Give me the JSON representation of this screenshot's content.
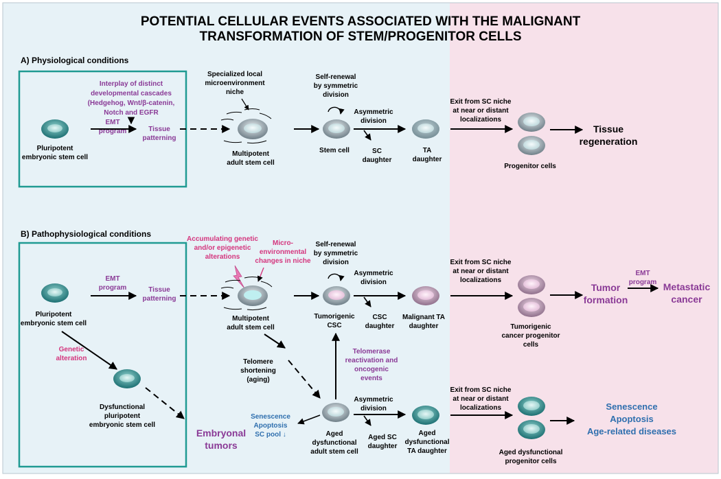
{
  "title": {
    "line1": "POTENTIAL CELLULAR EVENTS ASSOCIATED WITH THE MALIGNANT",
    "line2": "TRANSFORMATION OF STEM/PROGENITOR CELLS"
  },
  "colors": {
    "purple": "#8a3a96",
    "pink": "#d4367e",
    "blue": "#2f6fae",
    "black": "#000000",
    "box_border": "#1f9a92",
    "bg_left": "#e7f2f7",
    "bg_right": "#f7e1ea",
    "teal_cell": "#2a8f8f",
    "grey_cell": "#9aa6ad",
    "pink_cell": "#c9a3c2"
  },
  "sectionA": {
    "header": "A) Physiological conditions",
    "interplay": [
      "Interplay of distinct",
      "developmental cascades",
      "(Hedgehog, Wnt/β-catenin,",
      "Notch and EGFR"
    ],
    "emt": [
      "EMT",
      "program"
    ],
    "tissue_patterning": [
      "Tissue",
      "patterning"
    ],
    "pluripotent": [
      "Pluripotent",
      "embryonic stem cell"
    ],
    "niche": [
      "Specialized local",
      "microenvironment",
      "niche"
    ],
    "multipotent": [
      "Multipotent",
      "adult stem cell"
    ],
    "self_renewal": [
      "Self-renewal",
      "by symmetric",
      "division"
    ],
    "asymmetric": [
      "Asymmetric",
      "division"
    ],
    "stem_cell": "Stem cell",
    "sc_daughter": [
      "SC",
      "daughter"
    ],
    "ta_daughter": [
      "TA",
      "daughter"
    ],
    "exit": [
      "Exit from SC niche",
      "at near or distant",
      "localizations"
    ],
    "progenitor": "Progenitor cells",
    "tissue_regeneration": [
      "Tissue",
      "regeneration"
    ]
  },
  "sectionB": {
    "header": "B) Pathophysiological conditions",
    "accumulating": [
      "Accumulating genetic",
      "and/or epigenetic",
      "alterations"
    ],
    "micro": [
      "Micro-",
      "environmental",
      "changes in niche"
    ],
    "self_renewal": [
      "Self-renewal",
      "by symmetric",
      "division"
    ],
    "emt": [
      "EMT",
      "program"
    ],
    "tissue_patterning": [
      "Tissue",
      "patterning"
    ],
    "pluripotent": [
      "Pluripotent",
      "embryonic stem cell"
    ],
    "multipotent": [
      "Multipotent",
      "adult stem cell"
    ],
    "tumorigenic_csc": [
      "Tumorigenic",
      "CSC"
    ],
    "asymmetric1": [
      "Asymmetric",
      "division"
    ],
    "csc_daughter": [
      "CSC",
      "daughter"
    ],
    "malignant_ta": [
      "Malignant TA",
      "daughter"
    ],
    "exit1": [
      "Exit from SC niche",
      "at near or distant",
      "localizations"
    ],
    "tumorigenic_progenitor": [
      "Tumorigenic",
      "cancer progenitor",
      "cells"
    ],
    "tumor_formation": [
      "Tumor",
      "formation"
    ],
    "emt2": [
      "EMT",
      "program"
    ],
    "metastatic": [
      "Metastatic",
      "cancer"
    ],
    "genetic_alteration": [
      "Genetic",
      "alteration"
    ],
    "telomere": [
      "Telomere",
      "shortening",
      "(aging)"
    ],
    "telomerase": [
      "Telomerase",
      "reactivation and",
      "oncogenic",
      "events"
    ],
    "dysfunctional": [
      "Dysfunctional",
      "pluripotent",
      "embryonic stem cell"
    ],
    "embryonal": [
      "Embryonal",
      "tumors"
    ],
    "senescence_small": [
      "Senescence",
      "Apoptosis",
      "SC pool ↓"
    ],
    "aged_sc": [
      "Aged",
      "dysfunctional",
      "adult stem cell"
    ],
    "asymmetric2": [
      "Asymmetric",
      "division"
    ],
    "aged_sc_daughter": [
      "Aged SC",
      "daughter"
    ],
    "aged_ta": [
      "Aged",
      "dysfunctional",
      "TA daughter"
    ],
    "exit2": [
      "Exit from SC niche",
      "at near or distant",
      "localizations"
    ],
    "aged_progenitor": [
      "Aged dysfunctional",
      "progenitor cells"
    ],
    "outcomes": [
      "Senescence",
      "Apoptosis",
      "Age-related diseases"
    ]
  }
}
